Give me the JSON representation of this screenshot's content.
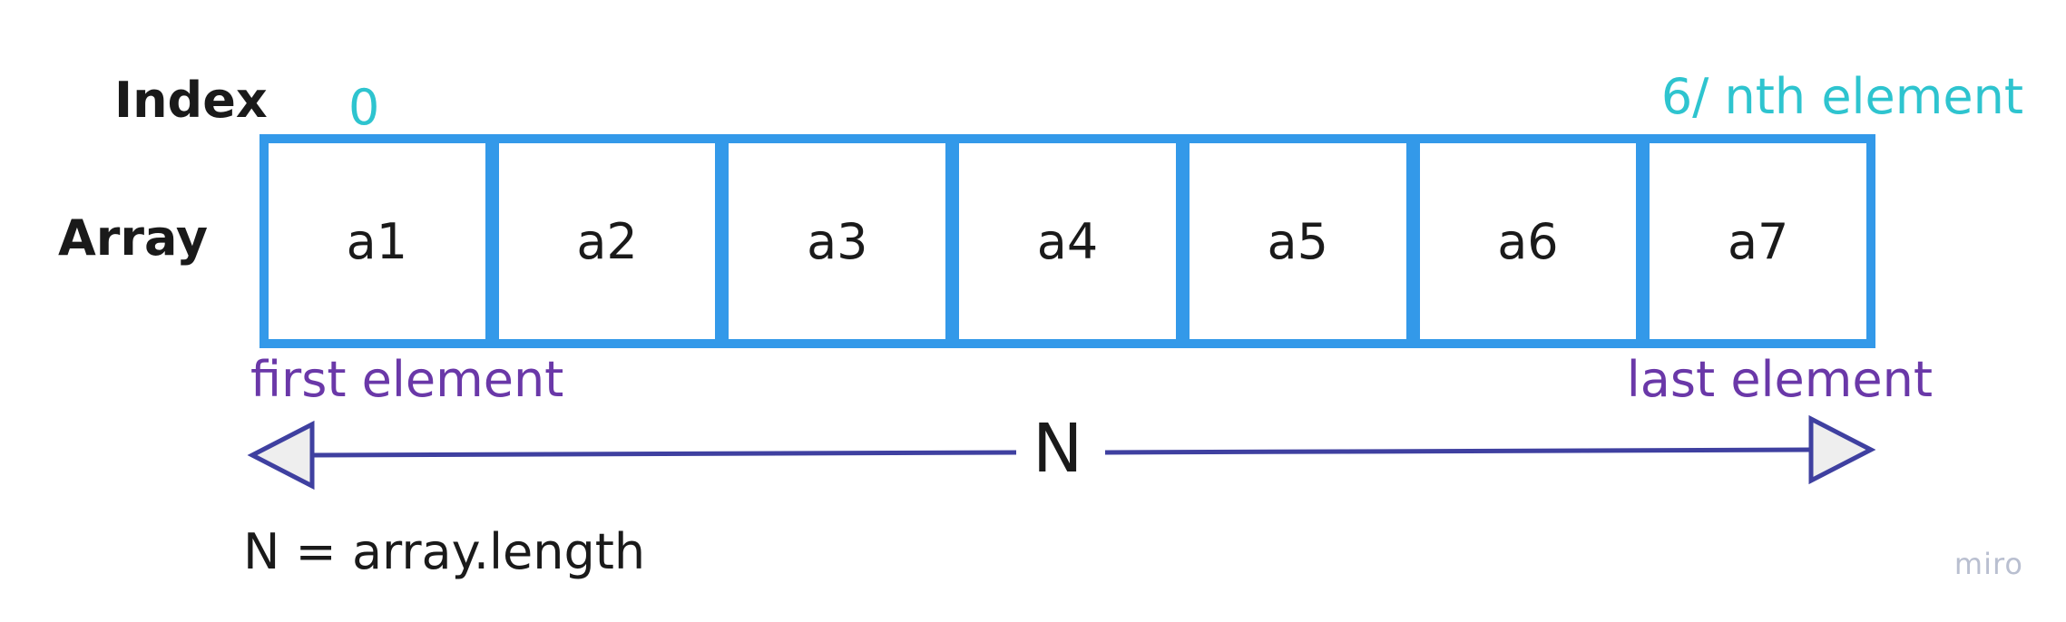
{
  "labels": {
    "index_row": "Index",
    "array_row": "Array"
  },
  "index": {
    "first": "0",
    "last": "6/ nth element"
  },
  "cells": [
    "a1",
    "a2",
    "a3",
    "a4",
    "a5",
    "a6",
    "a7"
  ],
  "notes": {
    "first_element": "first element",
    "last_element": "last element"
  },
  "length": {
    "symbol": "N",
    "formula": "N = array.length"
  },
  "watermark": "miro",
  "colors": {
    "cell_border": "#3399e9",
    "index_text": "#2ec4cf",
    "element_note": "#6a38a8",
    "arrow": "#3f40a0",
    "arrow_fill": "#eeeeee"
  }
}
